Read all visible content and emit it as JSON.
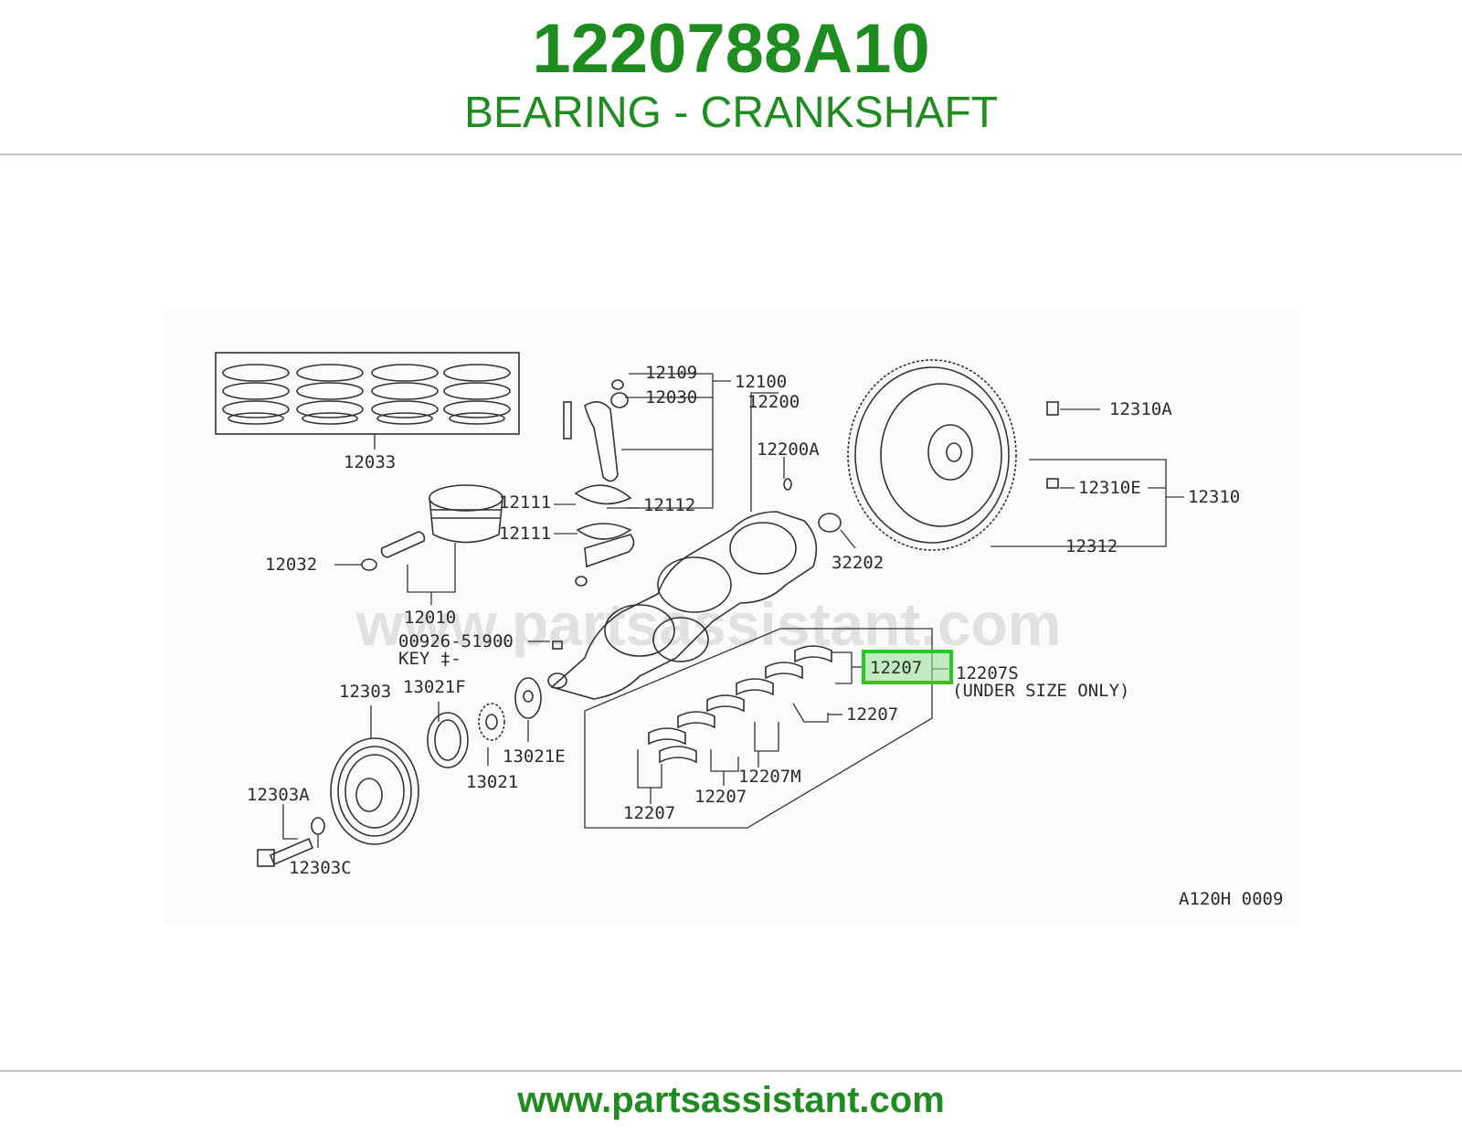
{
  "header": {
    "part_number": "1220788A10",
    "part_name": "BEARING - CRANKSHAFT"
  },
  "diagram": {
    "watermark": "www.partsassistant.com",
    "drawing_code": "A120H 0009",
    "highlighted_label": "12207",
    "labels": {
      "l12033": "12033",
      "l12109": "12109",
      "l12100": "12100",
      "l12030": "12030",
      "l12200": "12200",
      "l12200A": "12200A",
      "l12111a": "12111",
      "l12111b": "12111",
      "l12112": "12112",
      "l12032": "12032",
      "l12010": "12010",
      "l32202": "32202",
      "l00926": "00926-51900",
      "lkey": "KEY ‡-",
      "l12310A": "12310A",
      "l12310E": "12310E",
      "l12310": "12310",
      "l12312": "12312",
      "l12207S": "12207S",
      "lunder": "(UNDER SIZE ONLY)",
      "l12207b": "12207",
      "l12207M": "12207M",
      "l12207c": "12207",
      "l12207d": "12207",
      "l12303": "12303",
      "l13021F": "13021F",
      "l13021E": "13021E",
      "l13021": "13021",
      "l12303A": "12303A",
      "l12303C": "12303C"
    }
  },
  "footer": {
    "url": "www.partsassistant.com"
  },
  "colors": {
    "brand_green": "#1e8c1e",
    "highlight_green": "#22cc22",
    "rule_gray": "#c4c4c4"
  }
}
